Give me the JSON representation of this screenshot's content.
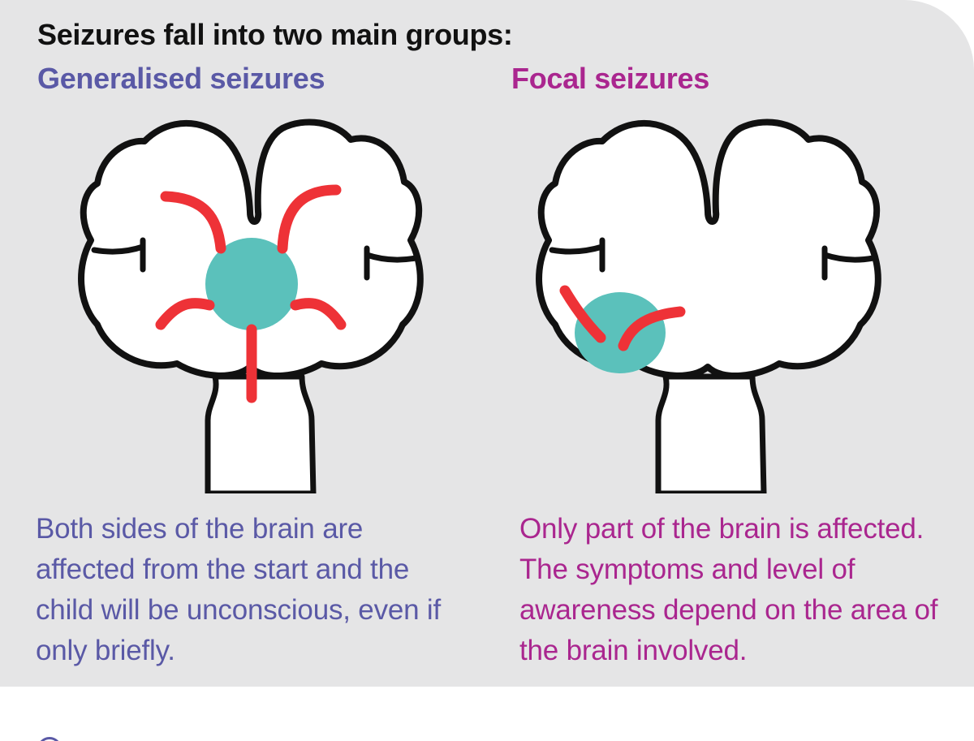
{
  "title": "Seizures fall into two main groups:",
  "generalised": {
    "heading": "Generalised seizures",
    "description": "Both sides of the brain are affected from the start and the child will be unconscious, even if only briefly."
  },
  "focal": {
    "heading": "Focal seizures",
    "description": "Only part of the brain is affected. The symptoms and level of awareness depend on the area of the brain involved."
  },
  "colors": {
    "title": "#111111",
    "generalised": "#5a59a6",
    "focal": "#aa268f",
    "focus": "#5bc1bb",
    "arrow": "#ee3237",
    "panel": "#e5e5e6"
  }
}
